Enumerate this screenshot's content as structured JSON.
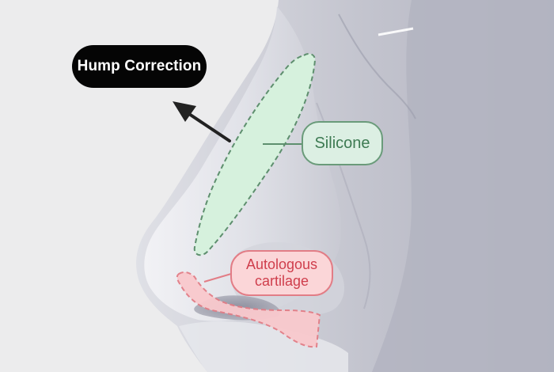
{
  "labels": {
    "hump_correction": "Hump Correction",
    "silicone": "Silicone",
    "cartilage_line1": "Autologous",
    "cartilage_line2": "cartilage"
  },
  "colors": {
    "background": "#ececed",
    "face_shadow": "#b4b5c2",
    "hump_pill": "#050505",
    "silicone_fill": "#d6f1dd",
    "silicone_stroke": "#5e8f6e",
    "silicone_text": "#3d7a52",
    "cartilage_fill": "#f9c9cd",
    "cartilage_stroke": "#e27d86",
    "cartilage_text": "#cf3e4c"
  }
}
